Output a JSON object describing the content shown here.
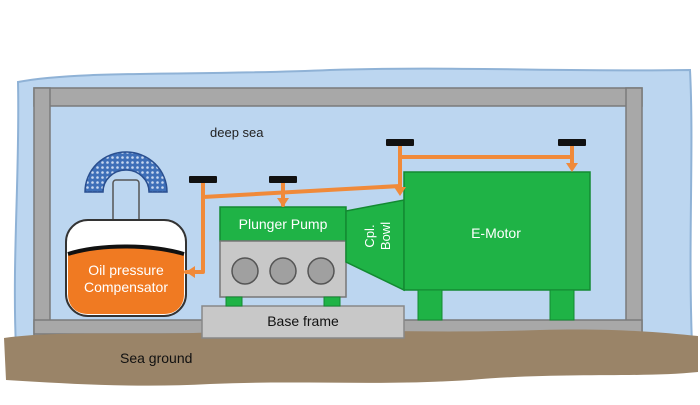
{
  "labels": {
    "deep_sea": "deep sea",
    "plunger_pump": "Plunger Pump",
    "coupling_line1": "Cpl.",
    "coupling_line2": "Bowl",
    "e_motor": "E-Motor",
    "compensator_line1": "Oil pressure",
    "compensator_line2": "Compensator",
    "base_frame": "Base frame",
    "sea_ground": "Sea ground"
  },
  "colors": {
    "sea_water": "#bcd6f0",
    "sea_water_edge": "#8fb2d6",
    "frame": "#a8a8a8",
    "machine_green": "#1fb346",
    "machine_green_dark": "#138a32",
    "oil_orange": "#f07a22",
    "oil_line_orange": "#f08a3a",
    "seabed": "#9a8468",
    "base_frame_grey": "#c8c8c8",
    "sensor_black": "#111111",
    "bellows_blue": "#5b84c4"
  }
}
